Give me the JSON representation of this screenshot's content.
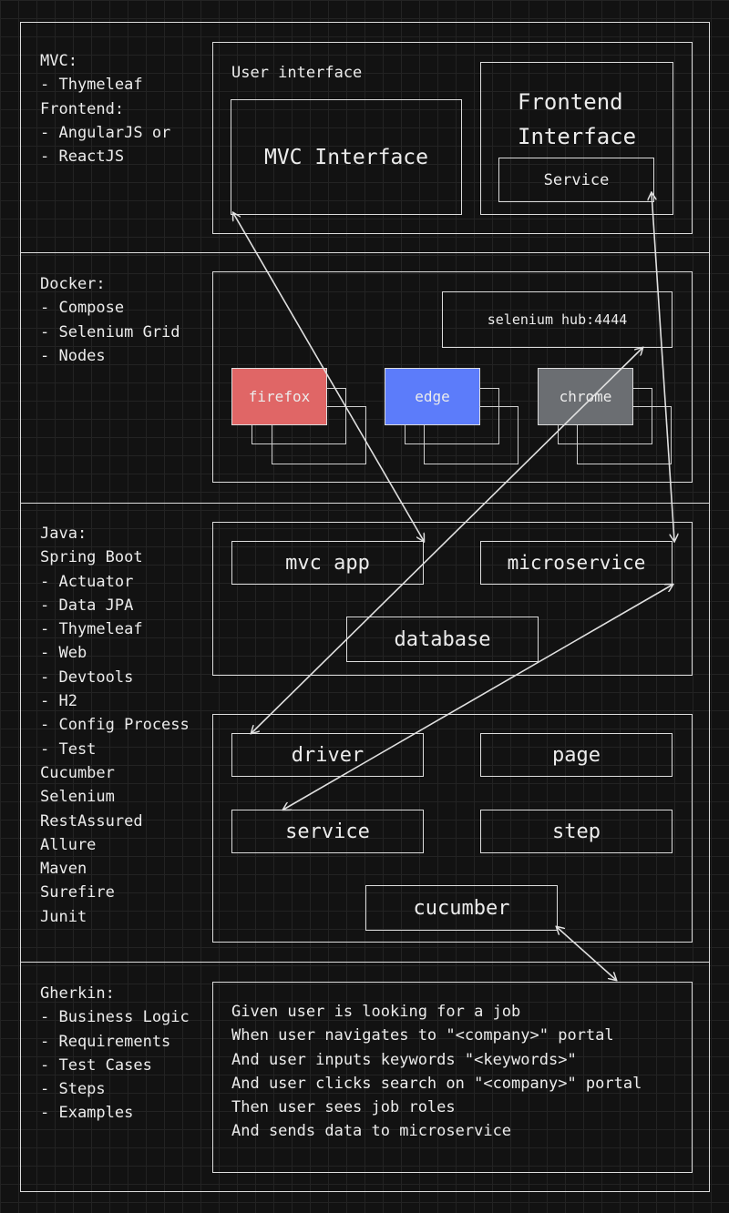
{
  "sections": {
    "mvc": {
      "notes": [
        "MVC:",
        "- Thymeleaf",
        "Frontend:",
        "- AngularJS or",
        "- ReactJS"
      ],
      "user_interface_label": "User interface",
      "mvc_interface": "MVC Interface",
      "frontend_interface": "Frontend\nInterface",
      "service": "Service"
    },
    "docker": {
      "notes": [
        "Docker:",
        "- Compose",
        "- Selenium Grid",
        "- Nodes"
      ],
      "hub": "selenium hub:4444",
      "browsers": [
        {
          "label": "firefox",
          "color": "#e06666"
        },
        {
          "label": "edge",
          "color": "#5c7cfa"
        },
        {
          "label": "chrome",
          "color": "#6b6e72"
        }
      ]
    },
    "java": {
      "notes": [
        "Java:",
        "Spring Boot",
        "- Actuator",
        "- Data JPA",
        "- Thymeleaf",
        "- Web",
        "- Devtools",
        "- H2",
        "- Config Process",
        "- Test",
        "Cucumber",
        "Selenium",
        "RestAssured",
        "Allure",
        "Maven",
        "Surefire",
        "Junit"
      ],
      "mvc_app": "mvc app",
      "microservice": "microservice",
      "database": "database",
      "driver": "driver",
      "page": "page",
      "service": "service",
      "step": "step",
      "cucumber": "cucumber"
    },
    "gherkin": {
      "notes": [
        "Gherkin:",
        "- Business Logic",
        "- Requirements",
        "- Test Cases",
        "- Steps",
        "- Examples"
      ],
      "scenario": [
        "Given user is looking for a job",
        "When user navigates to \"<company>\" portal",
        "And user inputs keywords \"<keywords>\"",
        "And user clicks search on \"<company>\" portal",
        "Then user sees job roles",
        "And sends data to microservice"
      ]
    }
  },
  "colors": {
    "background": "#121212",
    "stroke": "#dcdcdc",
    "text": "#ececec",
    "firefox": "#e06666",
    "edge": "#5c7cfa",
    "chrome": "#6b6e72"
  }
}
